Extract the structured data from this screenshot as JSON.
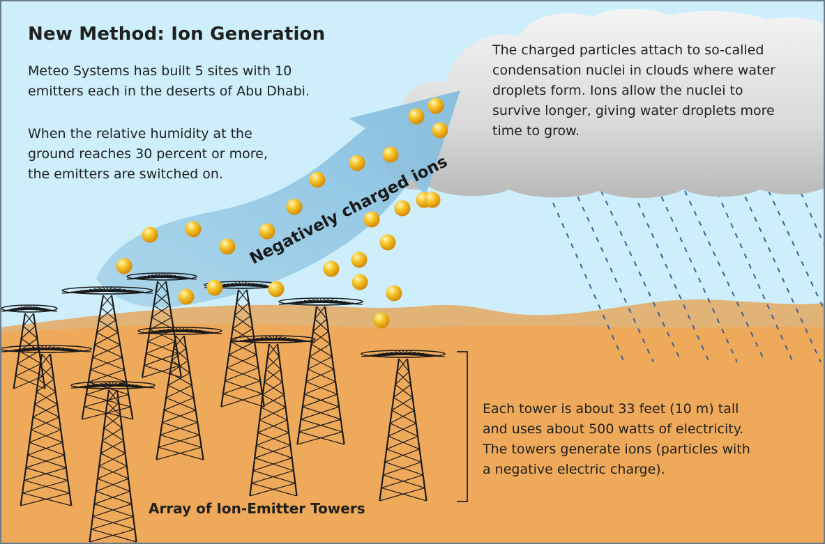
{
  "heading": "New Method: Ion Generation",
  "intro_sites": "Meteo Systems has built 5 sites with 10\nemitters each in the deserts of Abu Dhabi.",
  "intro_humidity": "When the relative humidity at the\nground reaches 30 percent or more,\nthe emitters are switched on.",
  "arrow_label": "Negatively charged ions",
  "cloud_text": "The charged particles attach to so-called\ncondensation nuclei in clouds where water\ndroplets form. Ions allow the nuclei to\nsurvive longer, giving water droplets more\ntime to grow.",
  "tower_info": "Each tower is about 33 feet (10 m) tall\nand uses about 500 watts of electricity.\nThe towers generate ions (particles with\na negative electric charge).",
  "towers_label": "Array of Ion-Emitter Towers",
  "colors": {
    "sky": "#cdeefa",
    "desert_far": "#e2b377",
    "desert_near": "#efa95a",
    "arrow": "#8cc4e2",
    "cloud": "#dcdcdc",
    "ion": "#f4b51c",
    "tower": "#1a1a1a",
    "rain": "#3a5f9a",
    "frame": "#6a7a88"
  },
  "icons": [
    "ion-particle",
    "emitter-tower",
    "rain-streak",
    "cloud"
  ]
}
